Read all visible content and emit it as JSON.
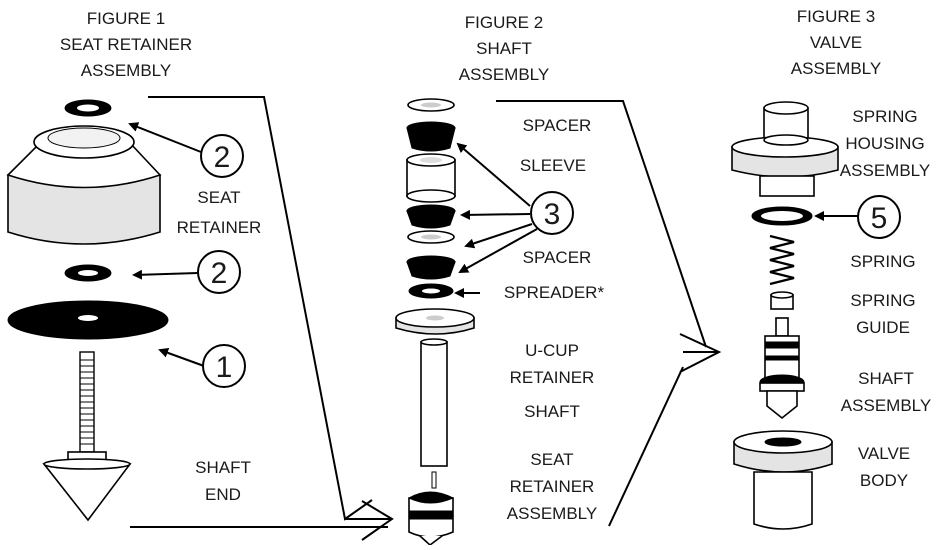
{
  "figures": [
    {
      "lines": [
        "FIGURE 1",
        "SEAT RETAINER",
        "ASSEMBLY"
      ]
    },
    {
      "lines": [
        "FIGURE 2",
        "SHAFT",
        "ASSEMBLY"
      ]
    },
    {
      "lines": [
        "FIGURE 3",
        "VALVE",
        "ASSEMBLY"
      ]
    }
  ],
  "fig1_labels": {
    "seat_retainer": [
      "SEAT",
      "RETAINER"
    ],
    "shaft_end": [
      "SHAFT",
      "END"
    ]
  },
  "fig2_labels": {
    "spacer_top": "SPACER",
    "sleeve": "SLEEVE",
    "spacer_mid": "SPACER",
    "spreader": "SPREADER*",
    "ucup_retainer": [
      "U-CUP",
      "RETAINER"
    ],
    "shaft": "SHAFT",
    "seat_retainer_assembly": [
      "SEAT",
      "RETAINER",
      "ASSEMBLY"
    ]
  },
  "fig3_labels": {
    "spring_housing": [
      "SPRING",
      "HOUSING",
      "ASSEMBLY"
    ],
    "spring": "SPRING",
    "spring_guide": [
      "SPRING",
      "GUIDE"
    ],
    "shaft_assembly": [
      "SHAFT",
      "ASSEMBLY"
    ],
    "valve_body": [
      "VALVE",
      "BODY"
    ]
  },
  "callouts": {
    "c1": "1",
    "c2a": "2",
    "c2b": "2",
    "c3": "3",
    "c5": "5"
  }
}
